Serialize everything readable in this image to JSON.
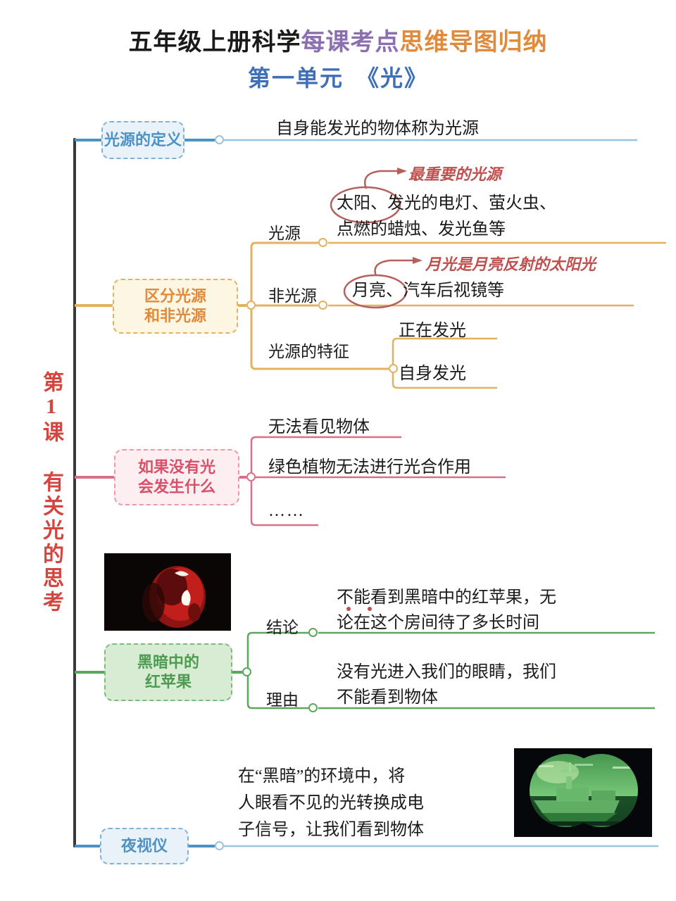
{
  "header": {
    "title_part1": "五年级上册科学",
    "title_part2": "每课考点",
    "title_part3": "思维导图归纳",
    "subtitle": "第一单元　《光》",
    "colors": {
      "part1": "#1a1a1a",
      "part2": "#8b6fb0",
      "part3": "#e08a3c",
      "subtitle": "#3f6fb5"
    }
  },
  "root": {
    "label": "第1课 有关光的思考",
    "color": "#d4453f"
  },
  "branches": [
    {
      "id": "light-source-definition",
      "title": "光源的定义",
      "color": "#4c92c4",
      "accent": "#7fb2d4",
      "leaf": "自身能发光的物体称为光源"
    },
    {
      "id": "distinguish-sources",
      "title_line1": "区分光源",
      "title_line2": "和非光源",
      "color": "#e08a3c",
      "accent": "#e3b261",
      "children": [
        {
          "label": "光源",
          "text_line1": "太阳、发光的电灯、萤火虫、",
          "text_line2": "点燃的蜡烛、发光鱼等",
          "circled": "太阳",
          "annotation": "最重要的光源"
        },
        {
          "label": "非光源",
          "text_line1": "月亮、汽车后视镜等",
          "circled": "月亮",
          "annotation": "月光是月亮反射的太阳光"
        },
        {
          "label": "光源的特征",
          "sub": [
            "正在发光",
            "自身发光"
          ]
        }
      ]
    },
    {
      "id": "if-no-light",
      "title_line1": "如果没有光",
      "title_line2": "会发生什么",
      "color": "#d9506a",
      "accent": "#e79aa8",
      "children": [
        "无法看见物体",
        "绿色植物无法进行光合作用",
        "……"
      ]
    },
    {
      "id": "red-apple-in-dark",
      "title_line1": "黑暗中的",
      "title_line2": "红苹果",
      "color": "#4d9b51",
      "accent": "#7bba79",
      "photo_alt": "红苹果在黑暗中的照片",
      "children": [
        {
          "label": "结论",
          "text_line1": "不能看到黑暗中的红苹果，无",
          "text_line2": "论在这个房间待了多长时间"
        },
        {
          "label": "理由",
          "text_line1": "没有光进入我们的眼睛，我们",
          "text_line2": "不能看到物体"
        }
      ]
    },
    {
      "id": "night-vision-device",
      "title": "夜视仪",
      "color": "#4c92c4",
      "accent": "#7fb2d4",
      "photo_alt": "夜视仪中的军舰绿色影像",
      "text_line1": "在“黑暗”的环境中，将",
      "text_line2": "人眼看不见的光转换成电",
      "text_line3": "子信号，让我们看到物体"
    }
  ]
}
